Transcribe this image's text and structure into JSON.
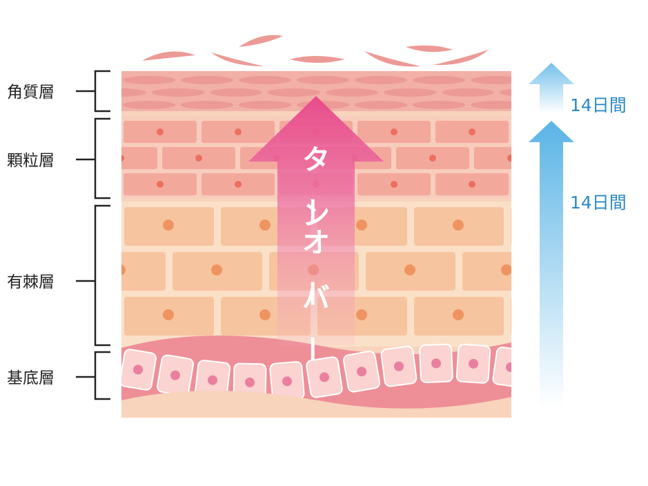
{
  "layers": [
    {
      "label": "角質層",
      "color": "#ec9a96"
    },
    {
      "label": "顆粒層",
      "color": "#f3a89c"
    },
    {
      "label": "有棘層",
      "color": "#f7c4a0"
    },
    {
      "label": "基底層",
      "color": "#f6b3b3"
    }
  ],
  "turnover": {
    "label": "ターンオーバー",
    "color": "#e84b8a"
  },
  "durations": [
    {
      "label": "14日間"
    },
    {
      "label": "14日間"
    }
  ],
  "colors": {
    "duration_arrow": "#5ab4e6",
    "duration_text": "#2a88c6",
    "bracket": "#222222",
    "skin_base": "#f8d4bc",
    "nucleus_granular": "#ec6f5f",
    "nucleus_spinous": "#ef9461",
    "nucleus_basal": "#ea7fa0"
  }
}
